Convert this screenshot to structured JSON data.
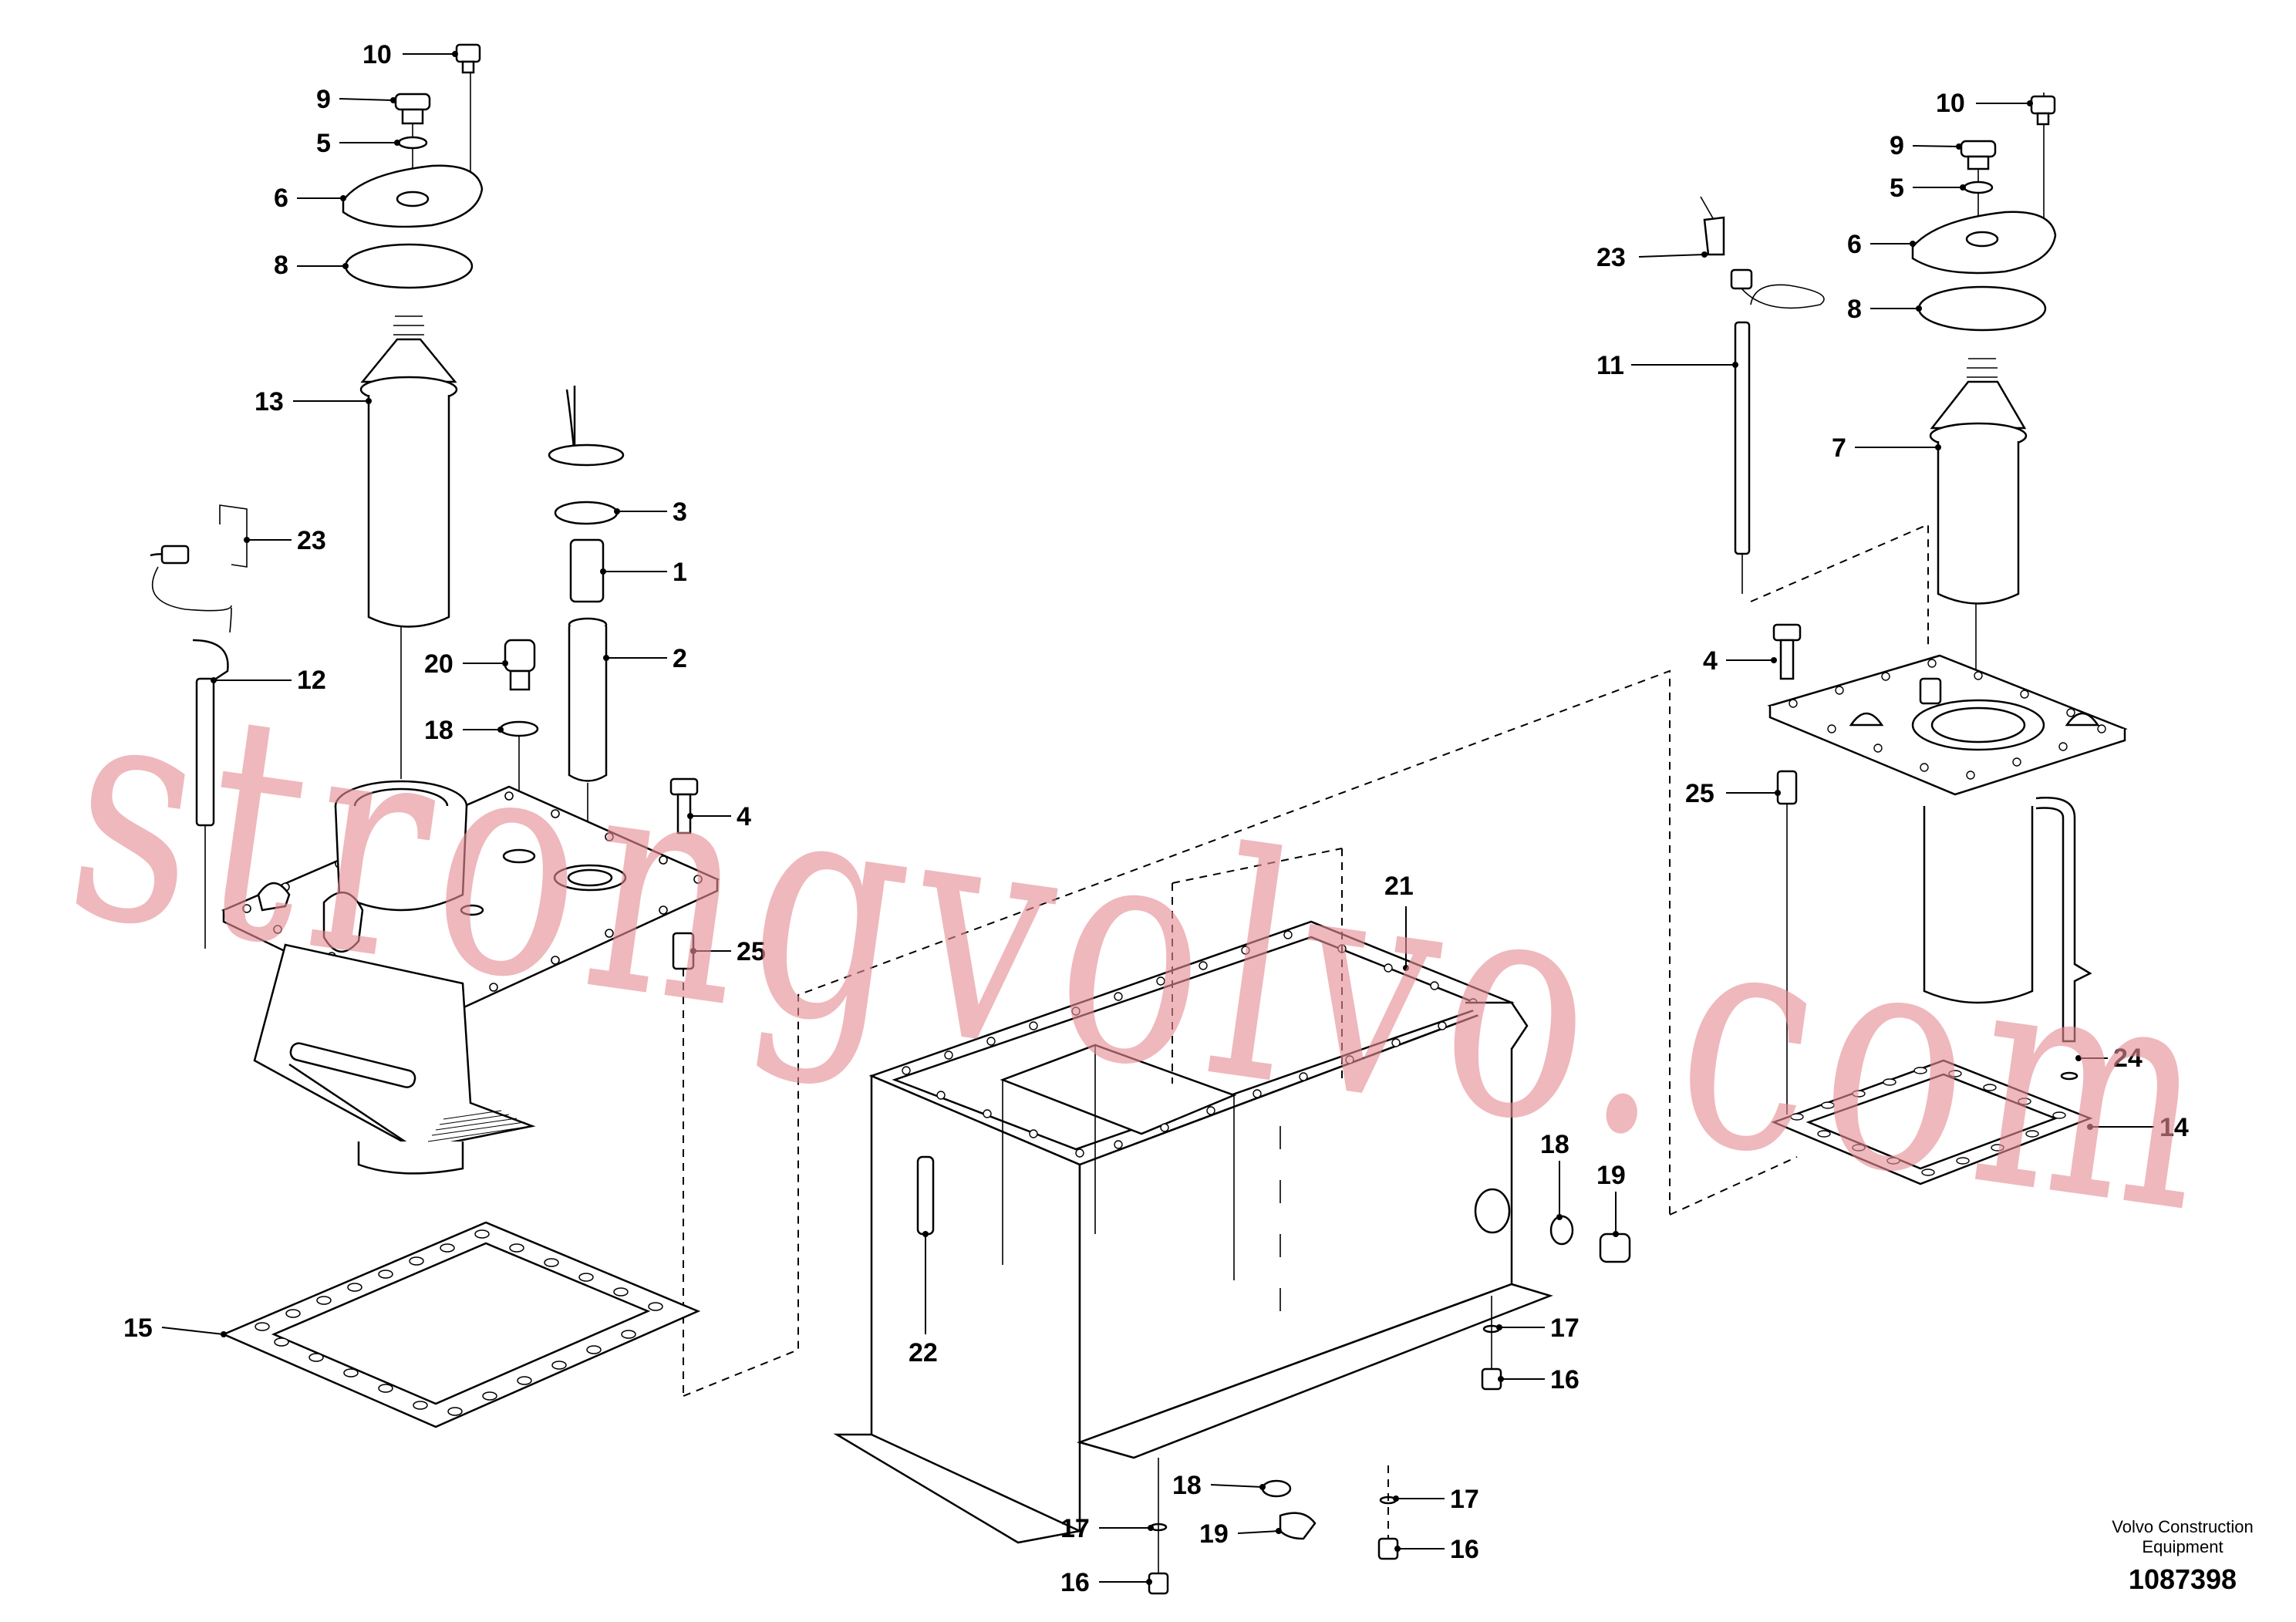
{
  "diagram": {
    "labels": {
      "l_10a": "10",
      "l_9a": "9",
      "l_5a": "5",
      "l_6a": "6",
      "l_8a": "8",
      "l_13": "13",
      "l_23a": "23",
      "l_12": "12",
      "l_20": "20",
      "l_18a": "18",
      "l_3": "3",
      "l_1": "1",
      "l_2": "2",
      "l_4a": "4",
      "l_25a": "25",
      "l_15": "15",
      "l_10b": "10",
      "l_9b": "9",
      "l_5b": "5",
      "l_6b": "6",
      "l_8b": "8",
      "l_23b": "23",
      "l_11": "11",
      "l_7": "7",
      "l_4b": "4",
      "l_25b": "25",
      "l_24": "24",
      "l_14": "14",
      "l_21": "21",
      "l_18b": "18",
      "l_19a": "19",
      "l_17a": "17",
      "l_16a": "16",
      "l_22": "22",
      "l_18c": "18",
      "l_19b": "19",
      "l_17b": "17",
      "l_16b": "16",
      "l_17c": "17",
      "l_16c": "16"
    },
    "footer": {
      "manufacturer_line1": "Volvo Construction",
      "manufacturer_line2": "Equipment",
      "drawing_number": "1087398"
    },
    "watermark": "strongvolvo.com"
  },
  "colors": {
    "line": "#000000",
    "background": "#ffffff",
    "watermark": "#e58c93"
  }
}
